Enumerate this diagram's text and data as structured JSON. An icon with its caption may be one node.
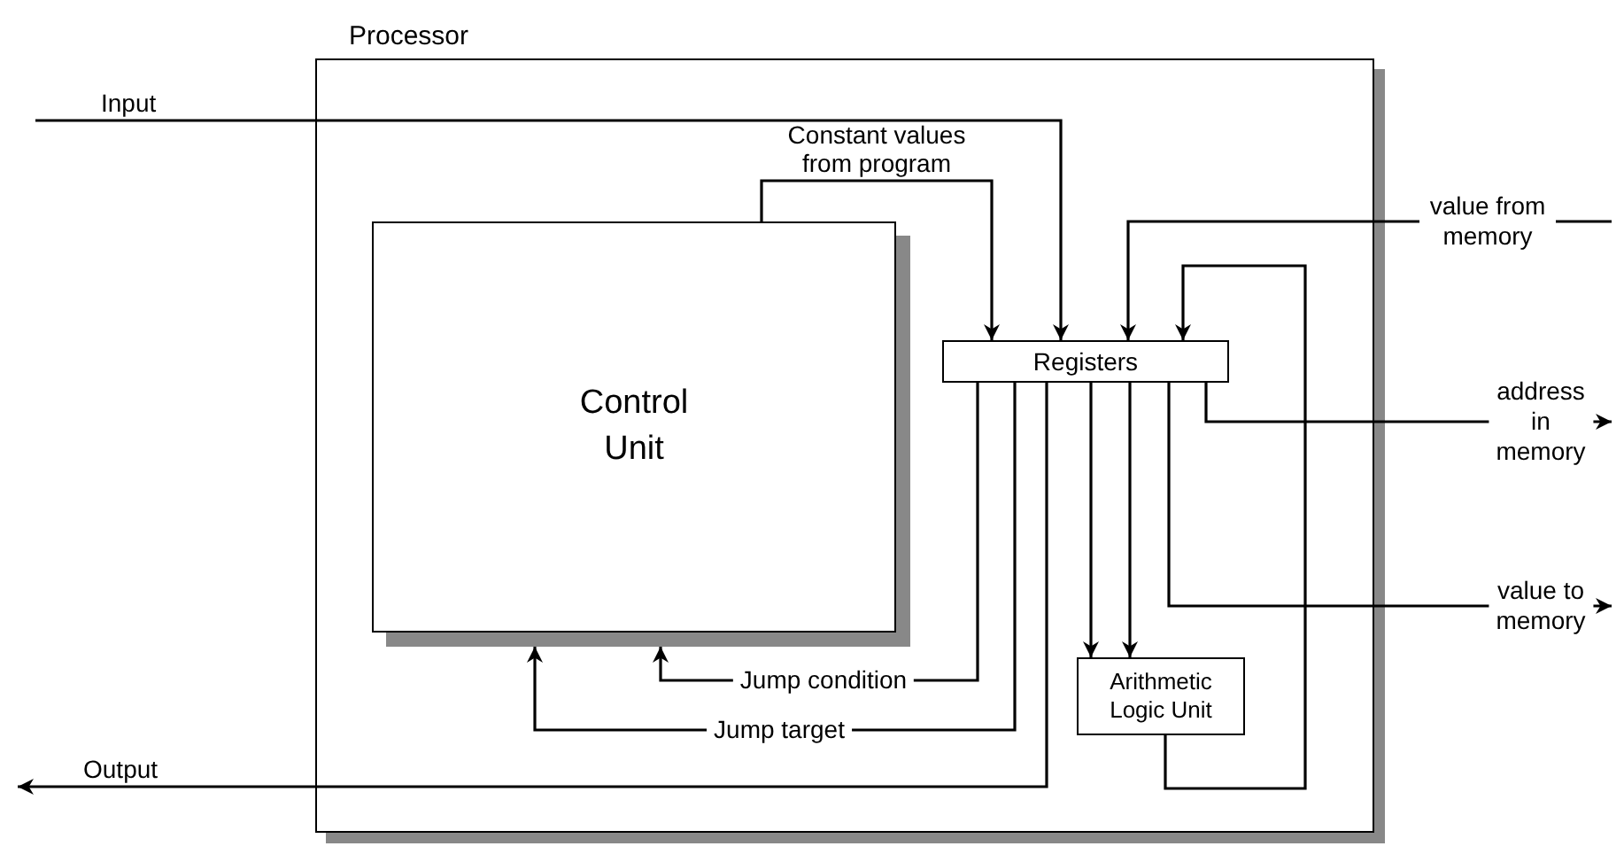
{
  "diagram": {
    "nodes": [
      {
        "text": [
          "Processor"
        ]
      },
      {
        "text": [
          "Control Unit"
        ],
        "in": 0
      },
      {
        "text": [
          "Registers"
        ],
        "in": 0
      },
      {
        "text": [
          "Arithmetic Logic Unit"
        ],
        "in": 0
      }
    ],
    "edges": [
      {
        "from": null,
        "to": 2,
        "arrow": "to",
        "label": "Input"
      },
      {
        "from": 1,
        "to": 2,
        "arrow": "to",
        "label": "Constant values from program"
      },
      {
        "from": null,
        "to": 2,
        "arrow": "to",
        "label": "value from memory"
      },
      {
        "from": 3,
        "to": 2,
        "arrow": "to"
      },
      {
        "from": 2,
        "to": 3,
        "arrow": "to"
      },
      {
        "from": 2,
        "to": 3,
        "arrow": "to"
      },
      {
        "from": 2,
        "to": null,
        "arrow": "to",
        "label": "address in memory"
      },
      {
        "from": 2,
        "to": null,
        "arrow": "to",
        "label": "value to memory"
      },
      {
        "from": 2,
        "to": 1,
        "arrow": "to",
        "label": "Jump condition"
      },
      {
        "from": 2,
        "to": 1,
        "arrow": "to",
        "label": "Jump target"
      },
      {
        "from": 2,
        "to": null,
        "arrow": "to",
        "label": "Output"
      }
    ]
  }
}
